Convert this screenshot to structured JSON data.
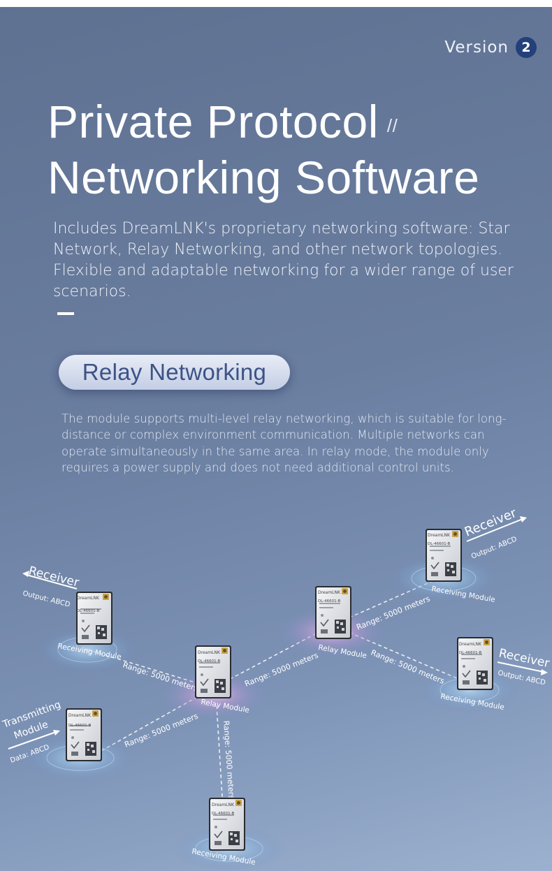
{
  "header": {
    "version_label": "Version",
    "version_number": "2"
  },
  "title": {
    "line1": "Private Protocol",
    "line2": "Networking Software",
    "ornament": "//"
  },
  "intro": "Includes DreamLNK's proprietary networking software: Star Network, Relay Networking, and other network topologies. Flexible and adaptable networking for a wider range of user scenarios.",
  "section": {
    "pill_label": "Relay Networking",
    "description": "The module supports multi-level relay networking, which is suitable for long-distance or complex environment communication. Multiple networks can operate simultaneously in the same area. In relay mode, the module only requires a power supply and does not need additional control units."
  },
  "diagram": {
    "module_brand": "DreamLNK",
    "module_model": "DL-46601-B",
    "range_label": "Range: 5000 meters",
    "nodes": {
      "receiver_left": {
        "title": "Receiver",
        "sub": "Output: ABCD",
        "base": "Receiving Module"
      },
      "receiver_top_right": {
        "title": "Receiver",
        "sub": "Output: ABCD",
        "base": "Receiving Module"
      },
      "receiver_right": {
        "title": "Receiver",
        "sub": "Output: ABCD",
        "base": "Receiving Module"
      },
      "transmitter": {
        "title_line1": "Transmitting",
        "title_line2": "Module",
        "sub": "Data: ABCD"
      },
      "relay_center": {
        "base": "Relay Module"
      },
      "relay_upper": {
        "base": "Relay Module"
      },
      "receiver_bottom": {
        "base": "Receiving Module"
      }
    }
  },
  "colors": {
    "accent": "#23407a",
    "pill_text": "#3d5386",
    "relay_glow": "#c9a2d8"
  }
}
